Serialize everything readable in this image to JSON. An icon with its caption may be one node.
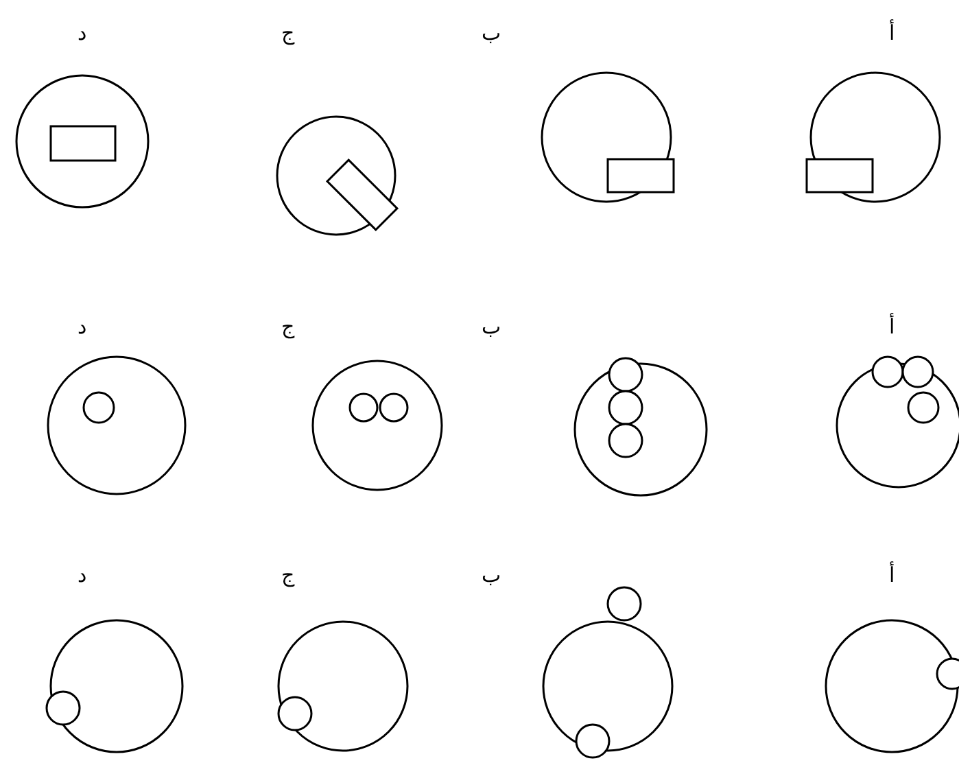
{
  "diagram": {
    "labels": [
      "أ",
      "ب",
      "ج",
      "د",
      "أ",
      "ب",
      "ج",
      "د",
      "أ",
      "ب",
      "ج",
      "د"
    ]
  }
}
